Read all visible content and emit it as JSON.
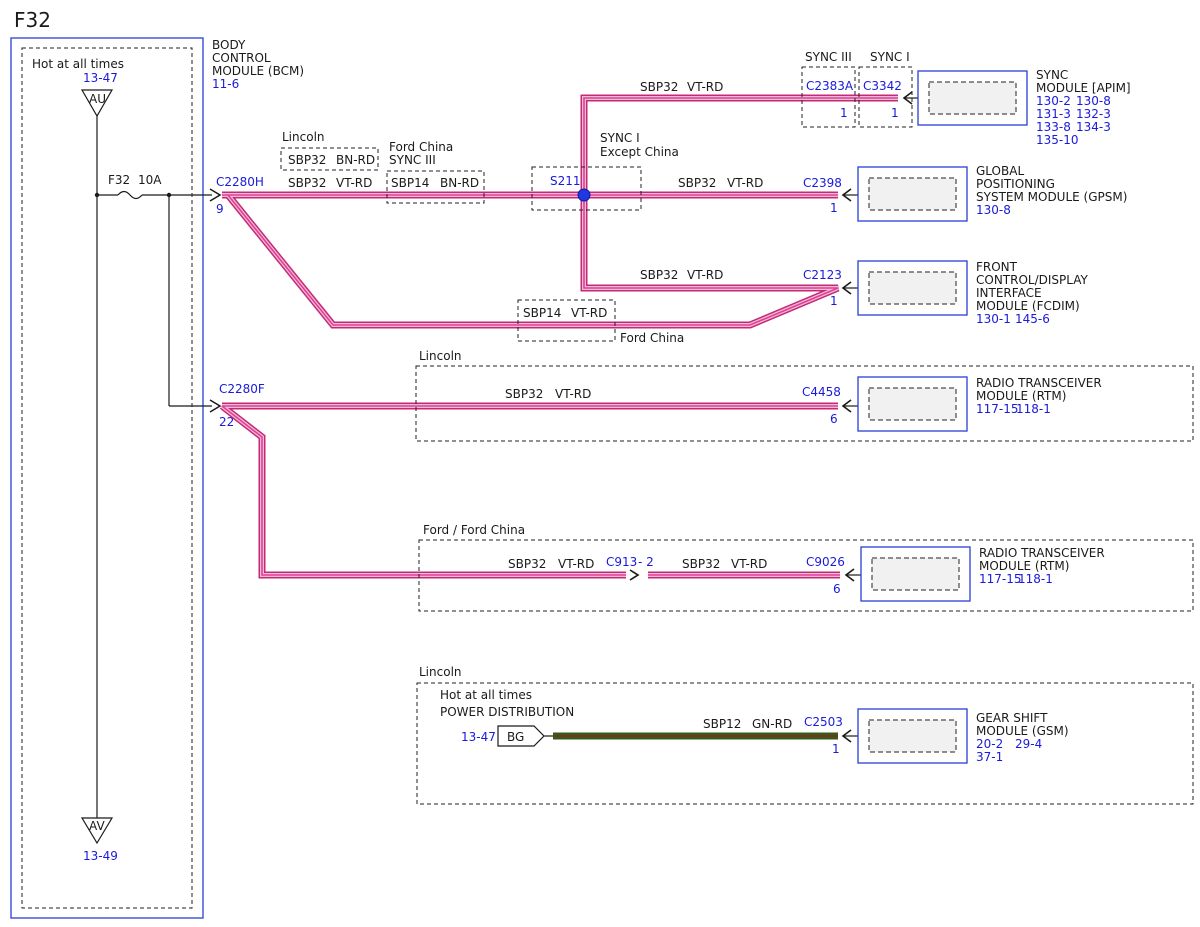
{
  "page_title": "F32",
  "bcm": {
    "hot_label": "Hot at all times",
    "ref_top": "13-47",
    "node_top": "AU",
    "node_bottom": "AV",
    "ref_bottom": "13-49",
    "fuse": "F32",
    "fuse_rating": "10A",
    "name_l1": "BODY",
    "name_l2": "CONTROL",
    "name_l3": "MODULE (BCM)",
    "ref": "11-6"
  },
  "connectors": {
    "c2280h": "C2280H",
    "c2280h_pin": "9",
    "c2280f": "C2280F",
    "c2280f_pin": "22"
  },
  "wires": {
    "lincoln_label": "Lincoln",
    "lincoln_circuit": "SBP32",
    "lincoln_color": "BN-RD",
    "ford_china_l1": "Ford China",
    "ford_china_l2": "SYNC III",
    "main_circuit": "SBP32",
    "main_color": "VT-RD",
    "fc_circuit": "SBP14",
    "fc_color": "BN-RD",
    "splice": "S211",
    "splice_note_l1": "SYNC I",
    "splice_note_l2": "Except China",
    "apim_circuit": "SBP32",
    "apim_color": "VT-RD",
    "gpsm_circuit": "SBP32",
    "gpsm_color": "VT-RD",
    "fcdim_circuit": "SBP32",
    "fcdim_color": "VT-RD",
    "lower_circuit": "SBP14",
    "lower_color": "VT-RD",
    "lower_label": "Ford China"
  },
  "apim": {
    "sync3": "SYNC III",
    "sync1": "SYNC I",
    "conn_a": "C2383A",
    "conn_a_pin": "1",
    "conn_b": "C3342",
    "conn_b_pin": "1",
    "name_l1": "SYNC",
    "name_l2": "MODULE [APIM]",
    "refs": [
      "130-2",
      "130-8",
      "131-3",
      "132-3",
      "133-8",
      "134-3",
      "135-10"
    ]
  },
  "gpsm": {
    "conn": "C2398",
    "pin": "1",
    "name_l1": "GLOBAL",
    "name_l2": "POSITIONING",
    "name_l3": "SYSTEM MODULE (GPSM)",
    "ref": "130-8"
  },
  "fcdim": {
    "conn": "C2123",
    "pin": "1",
    "name_l1": "FRONT",
    "name_l2": "CONTROL/DISPLAY",
    "name_l3": "INTERFACE",
    "name_l4": "MODULE (FCDIM)",
    "refs": [
      "130-1",
      "145-6"
    ]
  },
  "rtm_lincoln": {
    "group": "Lincoln",
    "circuit": "SBP32",
    "color": "VT-RD",
    "conn": "C4458",
    "pin": "6",
    "name_l1": "RADIO TRANSCEIVER",
    "name_l2": "MODULE (RTM)",
    "refs": [
      "117-15",
      "118-1"
    ]
  },
  "rtm_ford": {
    "group": "Ford / Ford China",
    "circuit_a": "SBP32",
    "color_a": "VT-RD",
    "inline_conn": "C913",
    "inline_pin": "- 2",
    "circuit_b": "SBP32",
    "color_b": "VT-RD",
    "conn": "C9026",
    "pin": "6",
    "name_l1": "RADIO TRANSCEIVER",
    "name_l2": "MODULE (RTM)",
    "refs": [
      "117-15",
      "118-1"
    ]
  },
  "gsm": {
    "group": "Lincoln",
    "hot_l1": "Hot at all times",
    "hot_l2": "POWER DISTRIBUTION",
    "ref_in": "13-47",
    "node": "BG",
    "circuit": "SBP12",
    "color": "GN-RD",
    "conn": "C2503",
    "pin": "1",
    "name_l1": "GEAR SHIFT",
    "name_l2": "MODULE (GSM)",
    "refs": [
      "20-2",
      "29-4",
      "37-1"
    ]
  }
}
